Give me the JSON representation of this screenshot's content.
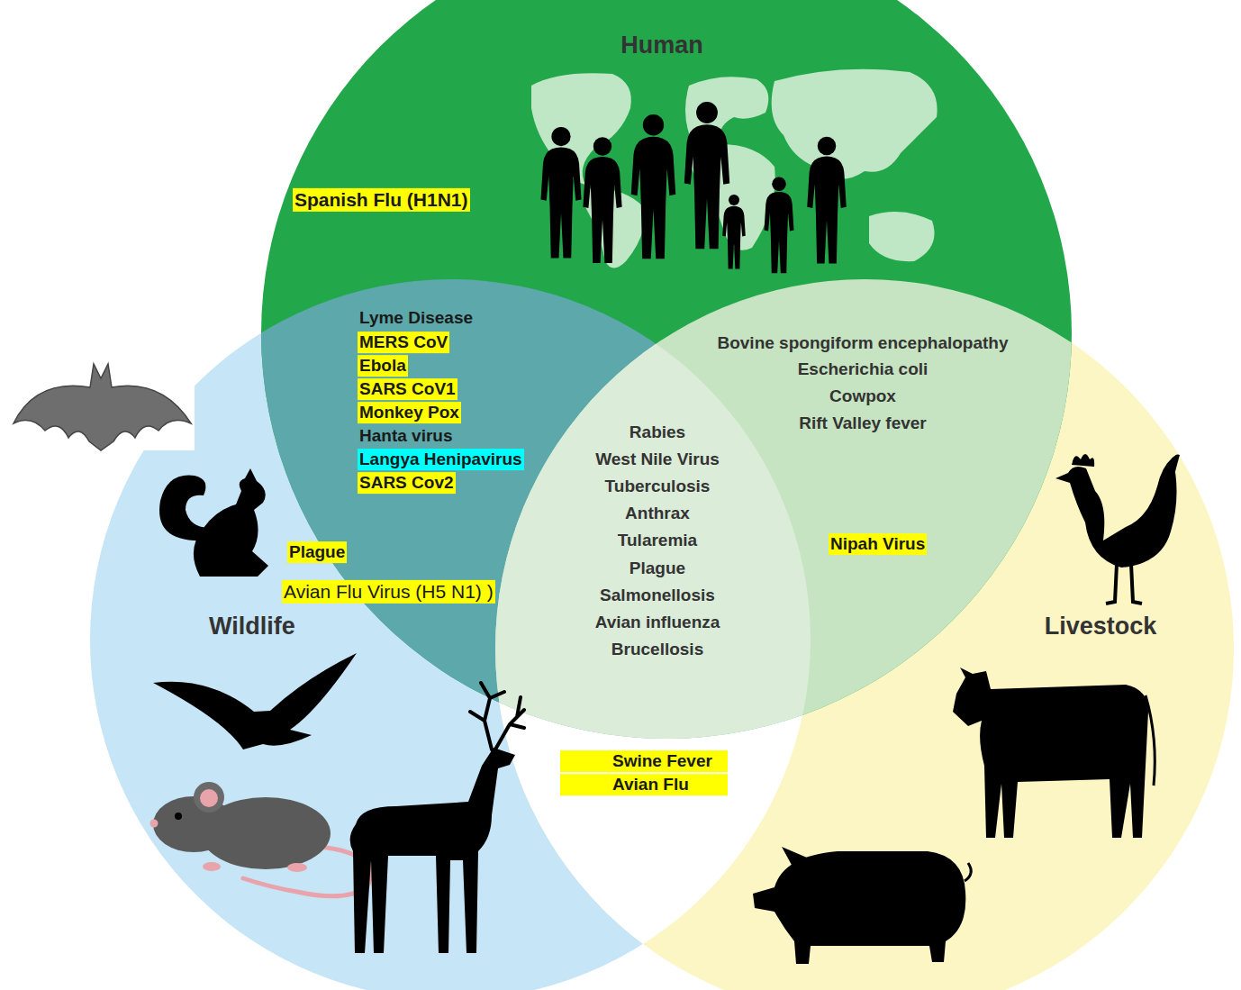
{
  "diagram": {
    "nodes": [
      {
        "text": [
          "Human"
        ]
      },
      {
        "text": [
          "Wildlife"
        ]
      },
      {
        "text": [
          "Livestock"
        ]
      }
    ],
    "labels": [
      "Spanish Flu (H1N1)",
      "Lyme Disease",
      "MERS CoV",
      "Ebola",
      "SARS CoV1",
      "Monkey Pox",
      "Hanta virus",
      "Langya Henipavirus",
      "SARS Cov2",
      "Plague",
      "Avian Flu Virus (H5 N1) )",
      "Bovine spongiform encephalopathy",
      "Escherichia coli",
      "Cowpox",
      "Rift Valley fever",
      "Rabies",
      "West Nile Virus",
      "Tuberculosis",
      "Anthrax",
      "Tularemia",
      "Plague",
      "Salmonellosis",
      "Avian influenza",
      "Brucellosis",
      "Nipah Virus",
      "Swine Fever",
      "Avian Flu"
    ]
  }
}
